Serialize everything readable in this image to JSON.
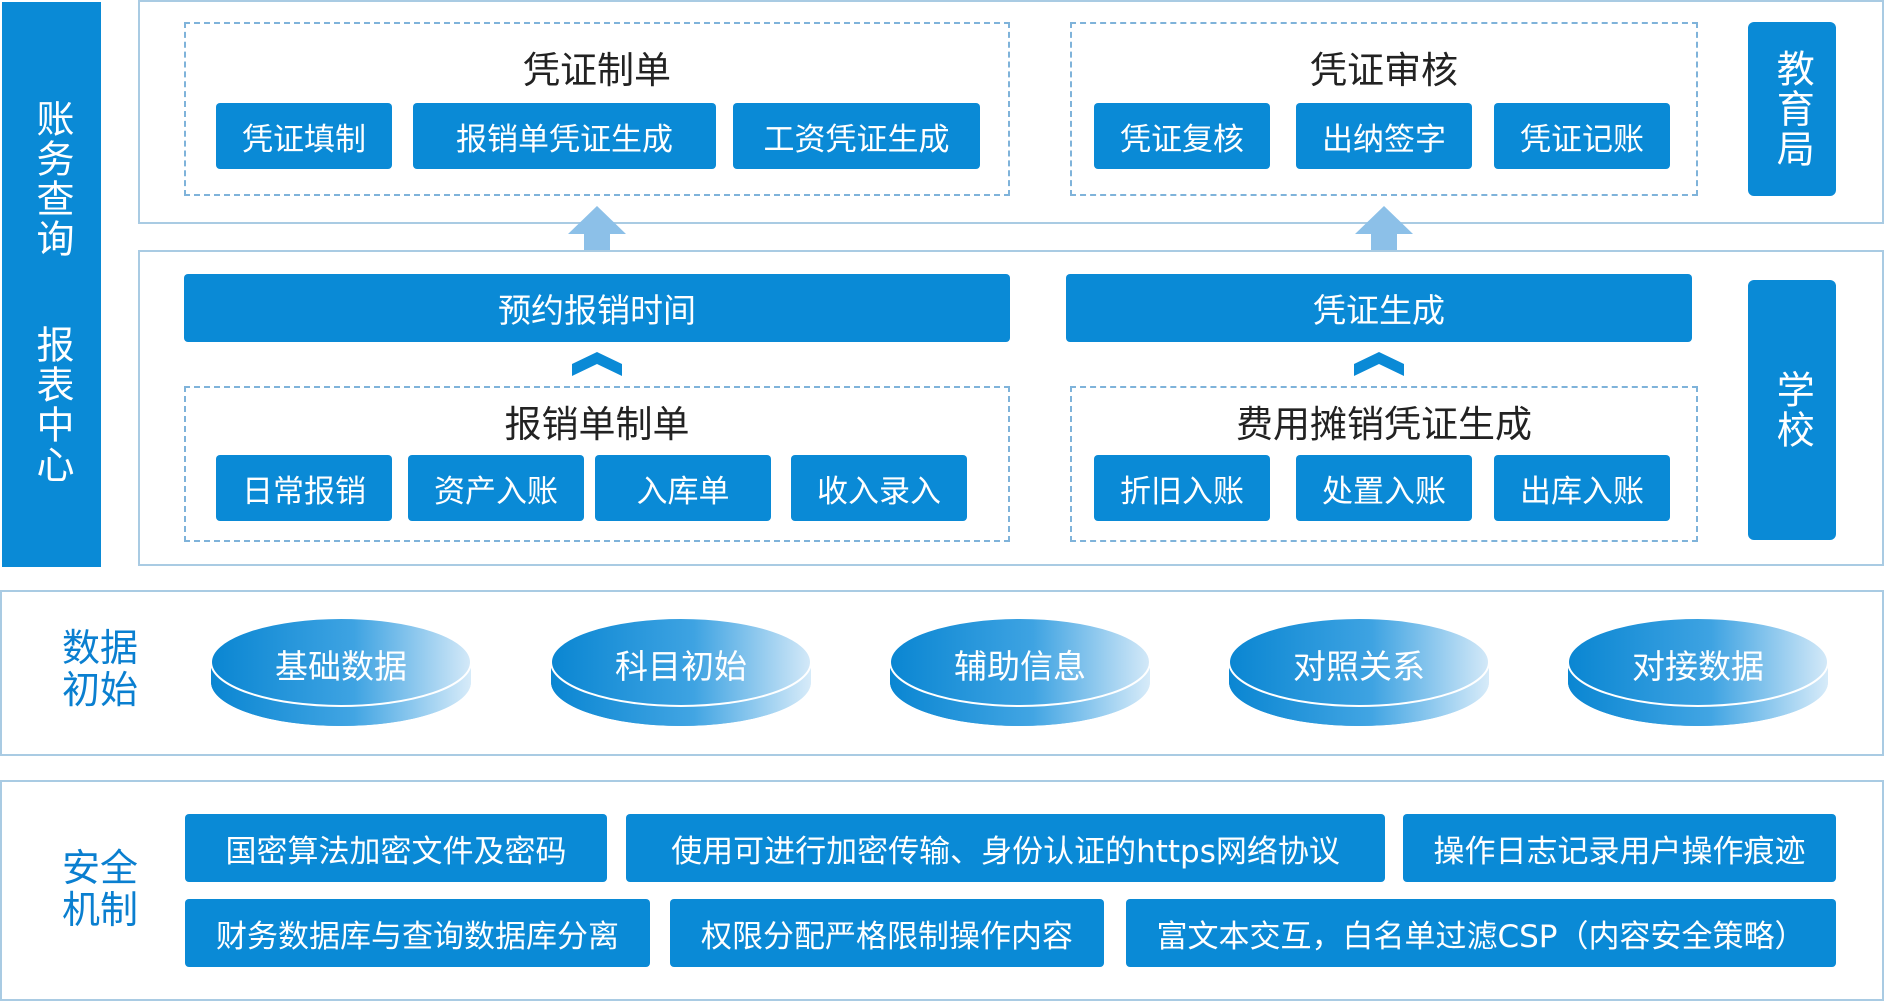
{
  "left_column": {
    "top_label": "账务查询",
    "bottom_label": "报表中心"
  },
  "education_bureau": {
    "label": "教育局",
    "voucher_making": {
      "title": "凭证制单",
      "items": [
        "凭证填制",
        "报销单凭证生成",
        "工资凭证生成"
      ]
    },
    "voucher_review": {
      "title": "凭证审核",
      "items": [
        "凭证复核",
        "出纳签字",
        "凭证记账"
      ]
    }
  },
  "school": {
    "label": "学校",
    "appointment_bar": "预约报销时间",
    "voucher_gen_bar": "凭证生成",
    "reimbursement": {
      "title": "报销单制单",
      "items": [
        "日常报销",
        "资产入账",
        "入库单",
        "收入录入"
      ]
    },
    "amortization": {
      "title": "费用摊销凭证生成",
      "items": [
        "折旧入账",
        "处置入账",
        "出库入账"
      ]
    }
  },
  "data_init": {
    "label": "数据初始",
    "disks": [
      "基础数据",
      "科目初始",
      "辅助信息",
      "对照关系",
      "对接数据"
    ]
  },
  "security": {
    "label": "安全机制",
    "row1": [
      "国密算法加密文件及密码",
      "使用可进行加密传输、身份认证的https网络协议",
      "操作日志记录用户操作痕迹"
    ],
    "row2": [
      "财务数据库与查询数据库分离",
      "权限分配严格限制操作内容",
      "富文本交互，白名单过滤CSP（内容安全策略）"
    ]
  },
  "colors": {
    "primary": "#0a8ad6",
    "border": "#a9cbe3",
    "dashed": "#7fb3da",
    "arrow": "#8cc0e8"
  }
}
